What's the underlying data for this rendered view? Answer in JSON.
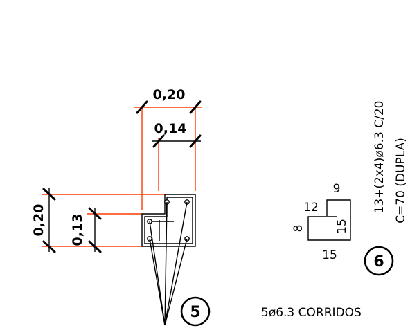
{
  "dimensions": {
    "width_outer": "0,20",
    "width_inner": "0,14",
    "height_outer": "0,20",
    "height_inner": "0,13"
  },
  "stirrup": {
    "leg_top": "9",
    "leg_left_top": "12",
    "leg_left": "8",
    "leg_right": "15",
    "bottom": "15"
  },
  "notes": {
    "line1": "13+(2x4)ø6.3  C/20",
    "line2": "C=70  (DUPLA)",
    "bars": "5ø6.3  CORRIDOS"
  },
  "markers": {
    "bars_ref": "5",
    "stirrup_ref": "6"
  },
  "colors": {
    "extension_lines": "#ff3b00",
    "ink": "#000000"
  }
}
